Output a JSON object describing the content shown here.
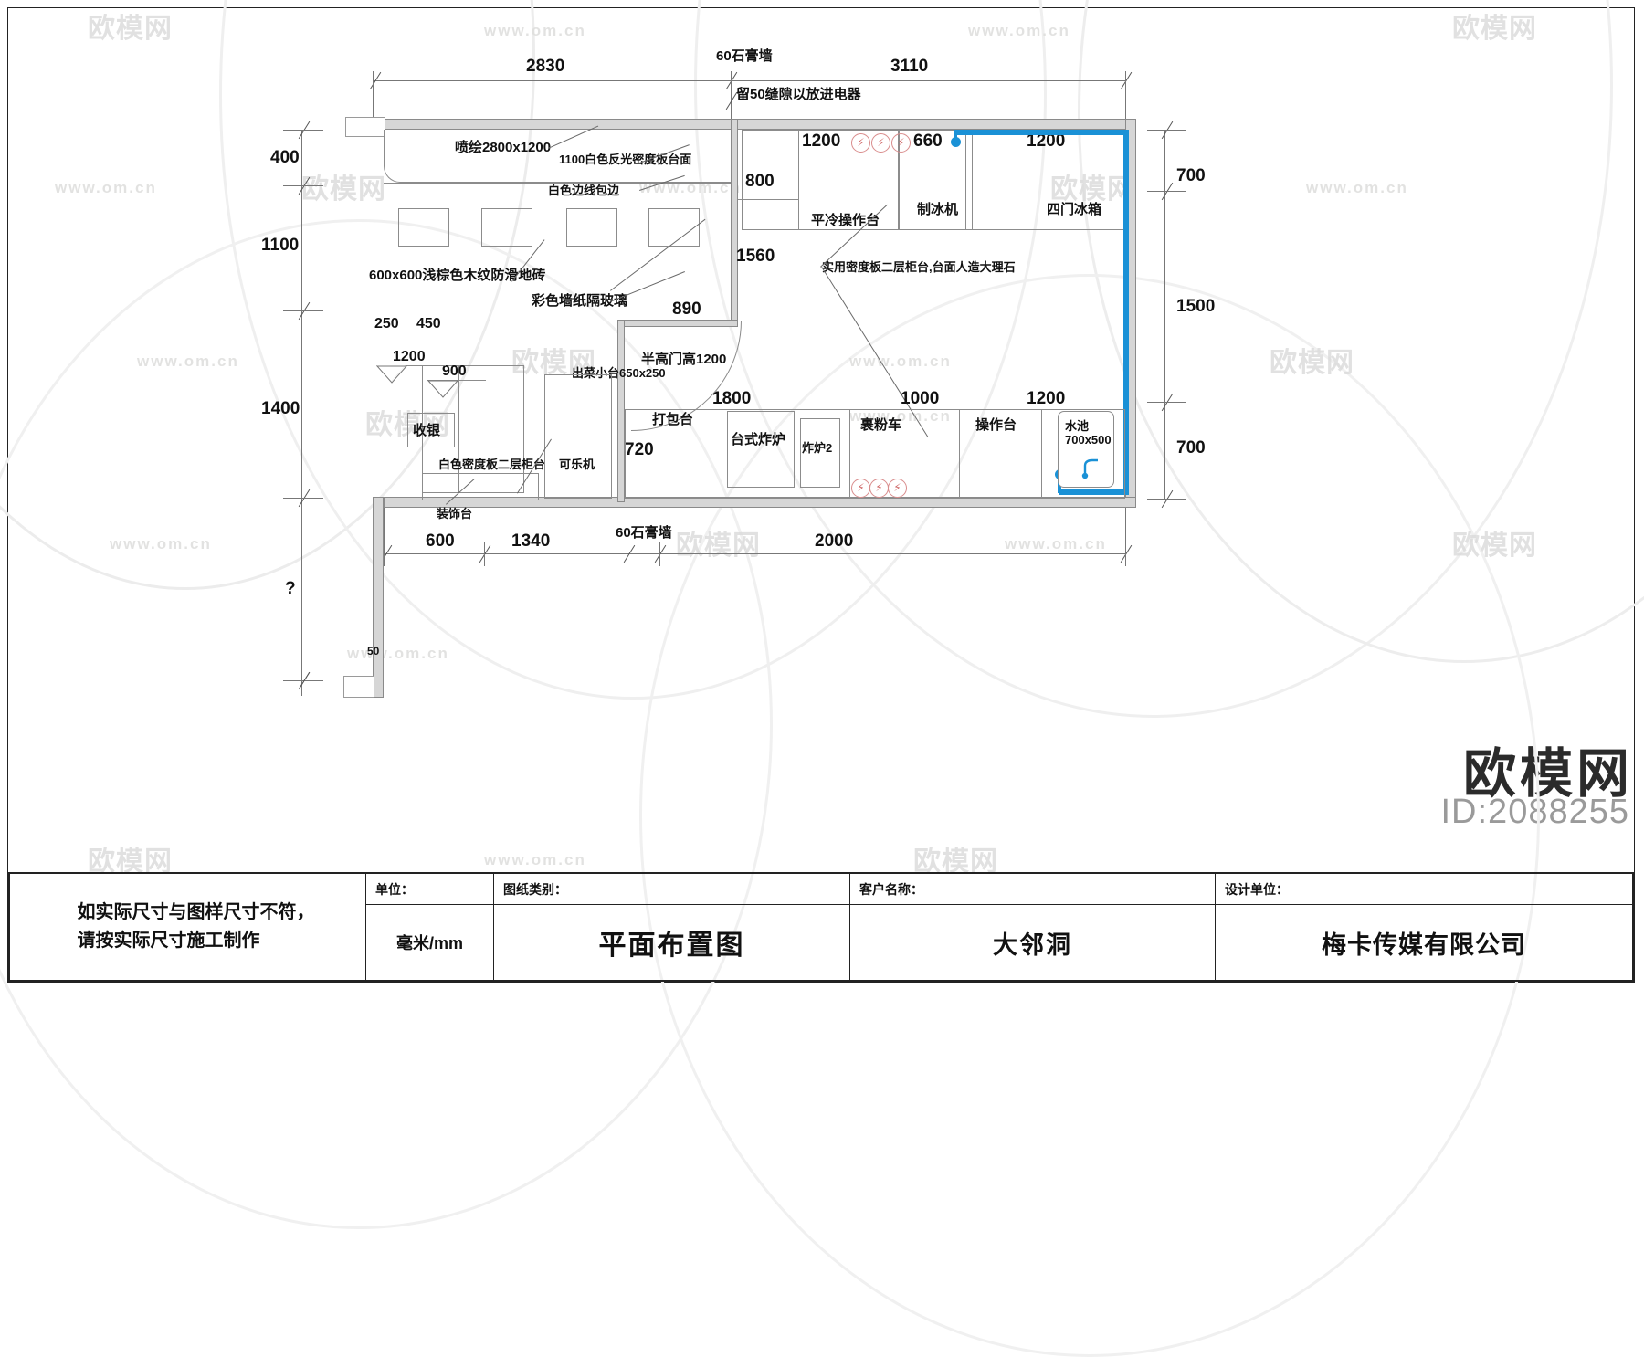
{
  "drawing": {
    "type_label": "平面布置图",
    "top_dimensions": [
      {
        "value": "2830"
      },
      {
        "value": "3110"
      }
    ],
    "left_dimensions": [
      "400",
      "1100",
      "1400",
      "?"
    ],
    "right_dimensions": [
      "700",
      "1500",
      "700"
    ],
    "bottom_dimensions": [
      "600",
      "1340",
      "2000"
    ]
  },
  "notes": {
    "gypsum_wall_top": "60石膏墙",
    "gypsum_wall_bottom": "60石膏墙",
    "gap_note": "留50缝隙以放进电器",
    "print_note": "喷绘2800x1200",
    "counter_top_note": "1100白色反光密度板台面",
    "white_edge_note": "白色边线包边",
    "floor_tile_note": "600x600浅棕色木纹防滑地砖",
    "glass_note": "彩色墙纸隔玻璃",
    "half_door_note": "半高门高1200",
    "small_counter_note": "出菜小台650x250",
    "cabinet_note": "白色密度板二层柜台",
    "stone_note": "实用密度板二层柜台,台面人造大理石",
    "wall_thickness_50": "50"
  },
  "equipment": [
    {
      "name": "平冷操作台"
    },
    {
      "name": "制冰机"
    },
    {
      "name": "四门冰箱"
    },
    {
      "name": "打包台"
    },
    {
      "name": "台式炸炉"
    },
    {
      "name": "炸炉2"
    },
    {
      "name": "裹粉车"
    },
    {
      "name": "操作台"
    },
    {
      "name": "水池",
      "size": "700x500"
    },
    {
      "name": "收银"
    },
    {
      "name": "可乐机"
    },
    {
      "name": "装饰台"
    }
  ],
  "inner_dimensions": {
    "top_row": [
      "1200",
      "660",
      "1200"
    ],
    "depth_800": "800",
    "depth_1560": "1560",
    "depth_890": "890",
    "depth_720": "720",
    "cashier": [
      "250",
      "450",
      "1200",
      "900"
    ],
    "bottom_row": [
      "1800",
      "1000",
      "1200"
    ]
  },
  "title_block": {
    "disclaimer_line1": "如实际尺寸与图样尺寸不符，",
    "disclaimer_line2": "请按实际尺寸施工制作",
    "unit_label": "单位：",
    "unit_value": "毫米/mm",
    "kind_label": "图纸类别：",
    "kind_value": "平面布置图",
    "customer_label": "客户名称：",
    "customer_value": "大邻洞",
    "designer_label": "设计单位：",
    "designer_value": "梅卡传媒有限公司"
  },
  "watermark": {
    "brand": "欧模网",
    "url": "www.om.cn",
    "id": "ID:2088255"
  },
  "colors": {
    "accent_blue": "#1a91d6",
    "wall_fill": "#d6d6d6",
    "line": "#8c8c8c",
    "electric": "#d06a6a"
  }
}
